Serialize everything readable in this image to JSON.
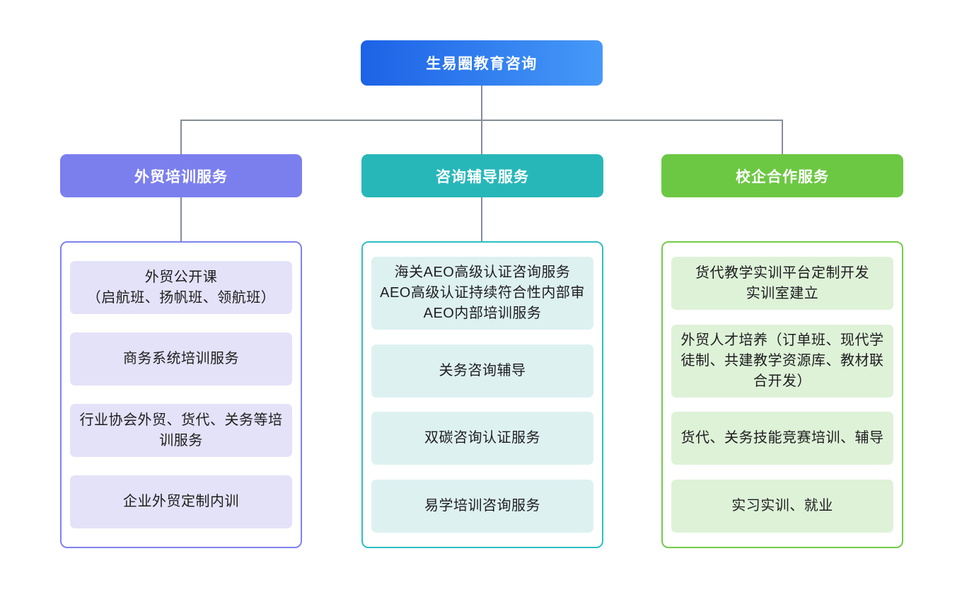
{
  "root": {
    "label": "生易圈教育咨询",
    "gradient": [
      "#1c62e6",
      "#4699f8"
    ],
    "text_color": "#ffffff"
  },
  "connector_color": "#858d97",
  "branches": [
    {
      "id": "waimao-peixun",
      "label": "外贸培训服务",
      "header_bg": "#7b7fee",
      "container_border": "#7e82ef",
      "item_bg": "#e4e2f8",
      "items": [
        {
          "lines": [
            "外贸公开课",
            "（启航班、扬帆班、领航班）"
          ]
        },
        {
          "lines": [
            "商务系统培训服务"
          ]
        },
        {
          "lines": [
            "行业协会外贸、货代、关务等培",
            "训服务"
          ]
        },
        {
          "lines": [
            "企业外贸定制内训"
          ]
        }
      ]
    },
    {
      "id": "zixun-fudao",
      "label": "咨询辅导服务",
      "header_bg": "#28b7b9",
      "container_border": "#2cc0c2",
      "item_bg": "#def1f1",
      "items": [
        {
          "lines": [
            "海关AEO高级认证咨询服务",
            "AEO高级认证持续符合性内部审",
            "AEO内部培训服务"
          ]
        },
        {
          "lines": [
            "关务咨询辅导"
          ]
        },
        {
          "lines": [
            "双碳咨询认证服务"
          ]
        },
        {
          "lines": [
            "易学培训咨询服务"
          ]
        }
      ]
    },
    {
      "id": "xiaoqi-hezuo",
      "label": "校企合作服务",
      "header_bg": "#6cc843",
      "container_border": "#72ca49",
      "item_bg": "#def2d8",
      "items": [
        {
          "lines": [
            "货代教学实训平台定制开发",
            "实训室建立"
          ]
        },
        {
          "lines": [
            "外贸人才培养（订单班、现代学",
            "徒制、共建教学资源库、教材联",
            "合开发）"
          ]
        },
        {
          "lines": [
            "货代、关务技能竞赛培训、辅导"
          ]
        },
        {
          "lines": [
            "实习实训、就业"
          ]
        }
      ]
    }
  ]
}
